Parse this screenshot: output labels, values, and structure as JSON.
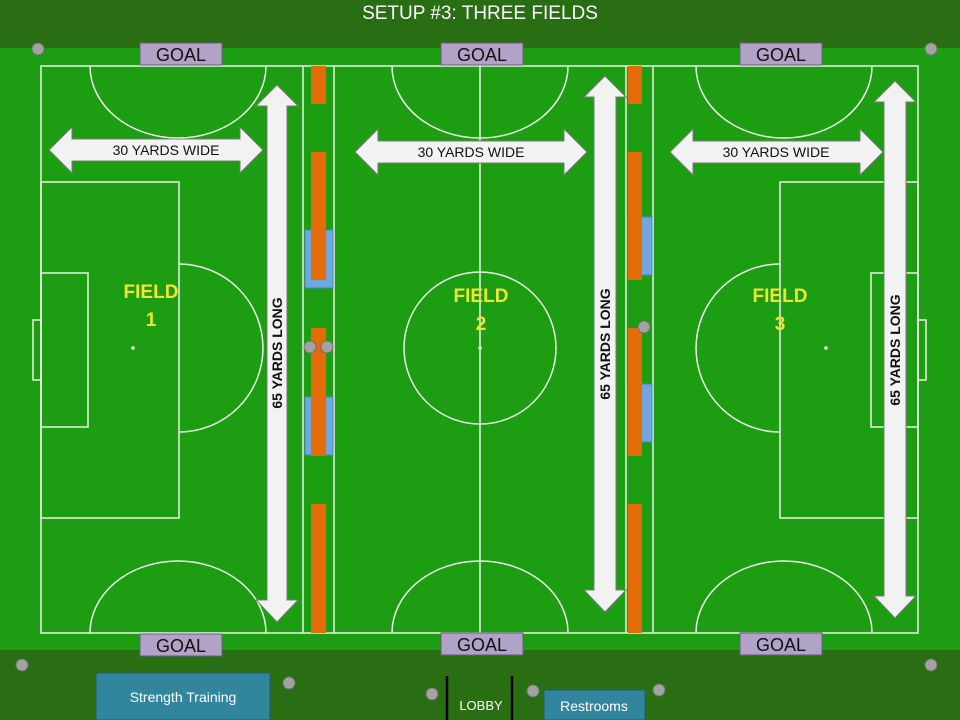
{
  "title": "SETUP #3: THREE FIELDS",
  "goal_label": "GOAL",
  "fields": [
    {
      "name_line1": "FIELD",
      "name_line2": "1",
      "width_label": "30 YARDS WIDE",
      "length_label": "65 YARDS LONG"
    },
    {
      "name_line1": "FIELD",
      "name_line2": "2",
      "width_label": "30 YARDS WIDE",
      "length_label": "65 YARDS LONG"
    },
    {
      "name_line1": "FIELD",
      "name_line2": "3",
      "width_label": "30 YARDS WIDE",
      "length_label": "65 YARDS LONG"
    }
  ],
  "facilities": {
    "strength_training": "Strength Training",
    "lobby": "LOBBY",
    "restrooms": "Restrooms"
  },
  "colors": {
    "turf": "#1d9d12",
    "border": "#2a6e14",
    "divider": "#e36c09",
    "pad": "#6fa8dc",
    "goal": "#b3a2c7",
    "room": "#31859c",
    "field_label": "#f0e630"
  }
}
